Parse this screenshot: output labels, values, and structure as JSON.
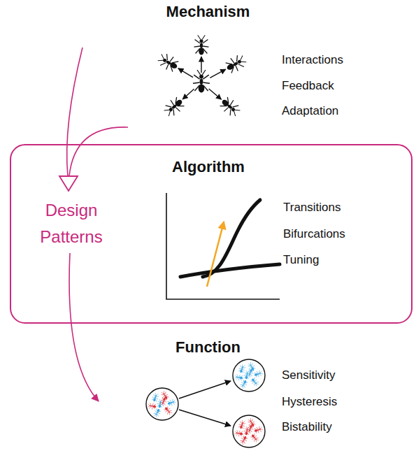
{
  "diagram": {
    "nodes": [
      {
        "text": [
          "Algorithm",
          "Design Patterns",
          "Transitions",
          "Bifurcations",
          "Tuning"
        ]
      }
    ],
    "labels": [
      "Mechanism",
      "Interactions",
      "Feedback",
      "Adaptation",
      "Function",
      "Sensitivity",
      "Hysteresis",
      "Bistability"
    ]
  }
}
